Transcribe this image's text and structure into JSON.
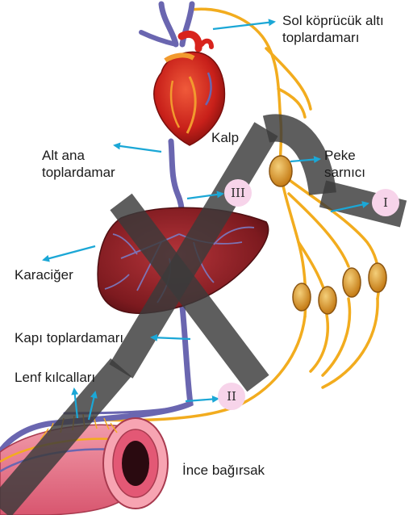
{
  "labels": {
    "sol_kopru": "Sol köprücük altı toplardamarı",
    "kalp": "Kalp",
    "alt_ana": "Alt ana toplardamar",
    "peke": "Peke sarnıcı",
    "karaciger": "Karaciğer",
    "kapi": "Kapı toplardamarı",
    "lenf": "Lenf kılcalları",
    "ince": "İnce bağırsak"
  },
  "markers": [
    "I",
    "II",
    "III"
  ],
  "colors": {
    "vein": "#6a66b0",
    "lymph": "#f2ac1e",
    "heart": "#d8231c",
    "liver": "#8c1e22",
    "arrow": "#1ba7d6",
    "badge": "#f7d4ea",
    "watermark": "#3a3a3a"
  }
}
